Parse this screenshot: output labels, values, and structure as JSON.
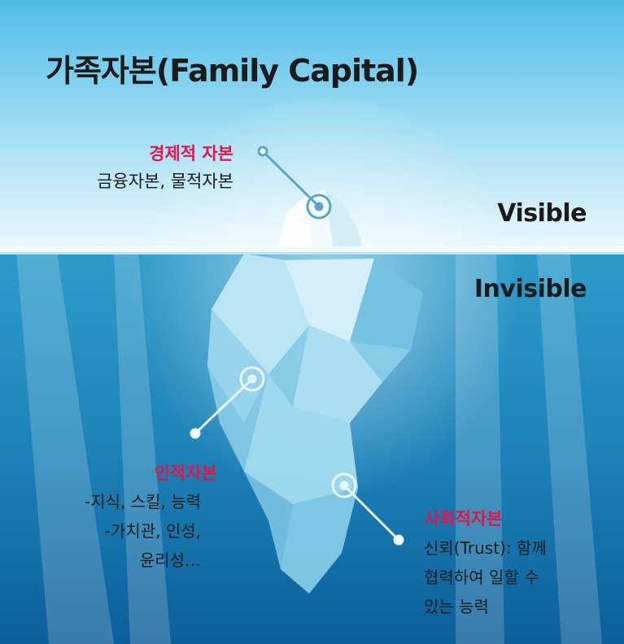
{
  "title": "가족자본(Family Capital)",
  "economic": {
    "heading": "경제적 자본",
    "description": "금융자본, 물적자본"
  },
  "visibility": {
    "above": "Visible",
    "below": "Invisible"
  },
  "human": {
    "heading": "인적자본",
    "lines": [
      "-지식, 스킬, 능력",
      "-가치관, 인성,",
      "윤리성…"
    ]
  },
  "social": {
    "heading": "사회적자본",
    "lines": [
      "신뢰(Trust): 함께",
      "협력하여 일할 수",
      "있는 능력"
    ]
  },
  "colors": {
    "sky_top": "#5cc3ec",
    "sky_bottom": "#e9f7fc",
    "water_top": "#2f9cc9",
    "water_bottom": "#0b5f98",
    "accent_red": "#e0164c"
  }
}
